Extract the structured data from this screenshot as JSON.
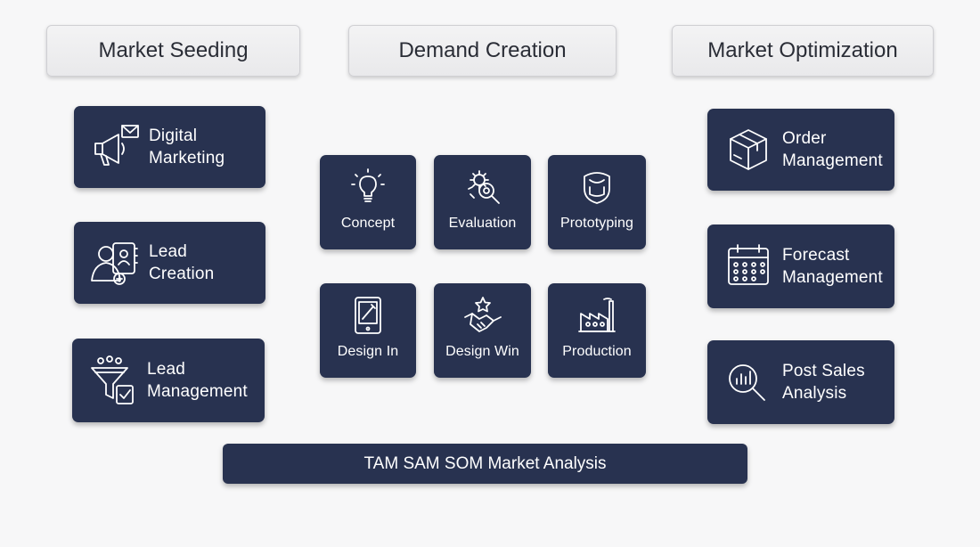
{
  "headers": {
    "seeding": "Market Seeding",
    "demand": "Demand Creation",
    "optimization": "Market Optimization"
  },
  "seeding": [
    {
      "line1": "Digital",
      "line2": "Marketing",
      "icon": "megaphone-mail-icon"
    },
    {
      "line1": "Lead",
      "line2": "Creation",
      "icon": "contact-book-icon"
    },
    {
      "line1": "Lead",
      "line2": "Management",
      "icon": "funnel-icon"
    }
  ],
  "demand": [
    {
      "label": "Concept",
      "icon": "lightbulb-icon"
    },
    {
      "label": "Evaluation",
      "icon": "gears-magnifier-icon"
    },
    {
      "label": "Prototyping",
      "icon": "prototype-part-icon"
    },
    {
      "label": "Design In",
      "icon": "tablet-design-icon"
    },
    {
      "label": "Design Win",
      "icon": "handshake-star-icon"
    },
    {
      "label": "Production",
      "icon": "factory-icon"
    }
  ],
  "optimization": [
    {
      "line1": "Order",
      "line2": "Management",
      "icon": "package-box-icon"
    },
    {
      "line1": "Forecast",
      "line2": "Management",
      "icon": "calendar-icon"
    },
    {
      "line1": "Post Sales",
      "line2": "Analysis",
      "icon": "magnifier-chart-icon"
    }
  ],
  "footer": "TAM SAM SOM Market Analysis",
  "colors": {
    "tile": "#283250",
    "header_bg": "#ececee",
    "background": "#f7f7f8"
  }
}
